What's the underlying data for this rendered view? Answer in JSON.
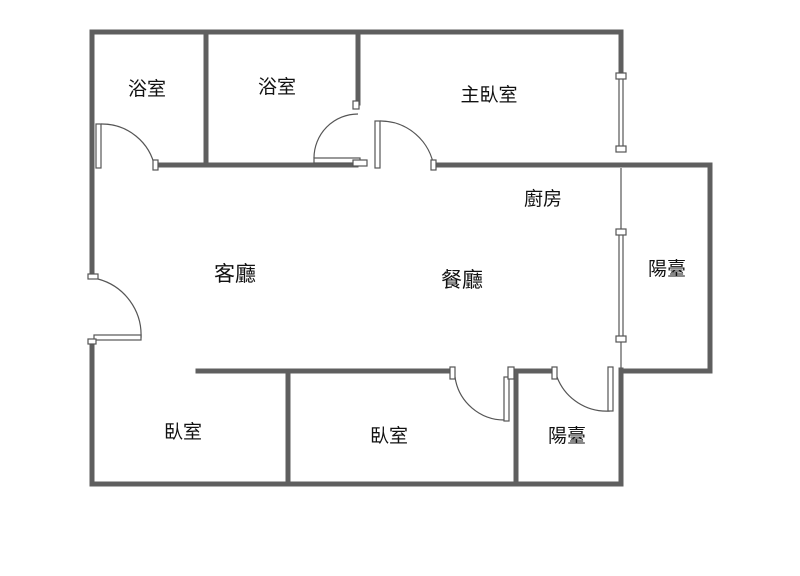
{
  "plan": {
    "rooms": {
      "bath_left": "浴室",
      "bath_middle": "浴室",
      "master_bedroom": "主臥室",
      "kitchen": "廚房",
      "living_room": "客廳",
      "dining_room": "餐廳",
      "balcony_right": "陽臺",
      "bedroom_left": "臥室",
      "bedroom_middle": "臥室",
      "balcony_bottom": "陽臺"
    }
  }
}
